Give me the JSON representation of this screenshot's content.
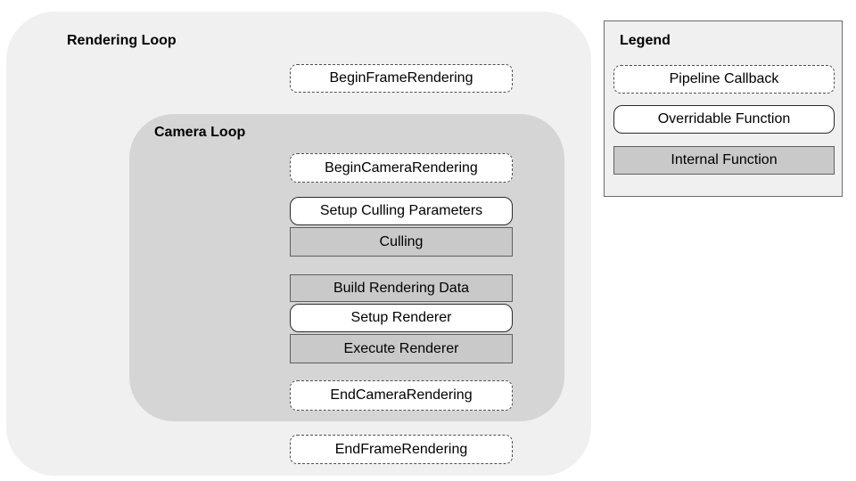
{
  "rendering_loop": {
    "label": "Rendering Loop"
  },
  "camera_loop": {
    "label": "Camera Loop"
  },
  "nodes": [
    {
      "label": "BeginFrameRendering",
      "type": "pipeline-callback",
      "container": "rendering-loop"
    },
    {
      "label": "BeginCameraRendering",
      "type": "pipeline-callback",
      "container": "camera-loop"
    },
    {
      "label": "Setup Culling Parameters",
      "type": "overridable-function",
      "container": "camera-loop"
    },
    {
      "label": "Culling",
      "type": "internal-function",
      "container": "camera-loop"
    },
    {
      "label": "Build Rendering Data",
      "type": "internal-function",
      "container": "camera-loop"
    },
    {
      "label": "Setup Renderer",
      "type": "overridable-function",
      "container": "camera-loop"
    },
    {
      "label": "Execute Renderer",
      "type": "internal-function",
      "container": "camera-loop"
    },
    {
      "label": "EndCameraRendering",
      "type": "pipeline-callback",
      "container": "camera-loop"
    },
    {
      "label": "EndFrameRendering",
      "type": "pipeline-callback",
      "container": "rendering-loop"
    }
  ],
  "legend": {
    "title": "Legend",
    "items": [
      {
        "label": "Pipeline Callback",
        "type": "pipeline-callback"
      },
      {
        "label": "Overridable Function",
        "type": "overridable-function"
      },
      {
        "label": "Internal Function",
        "type": "internal-function"
      }
    ]
  },
  "colors": {
    "outer_loop_bg": "#f0f0f0",
    "camera_loop_bg": "#d5d5d5",
    "internal_function_fill": "#c9c9c9",
    "box_fill": "#ffffff",
    "border": "#4d4d4d",
    "text": "#000000"
  }
}
